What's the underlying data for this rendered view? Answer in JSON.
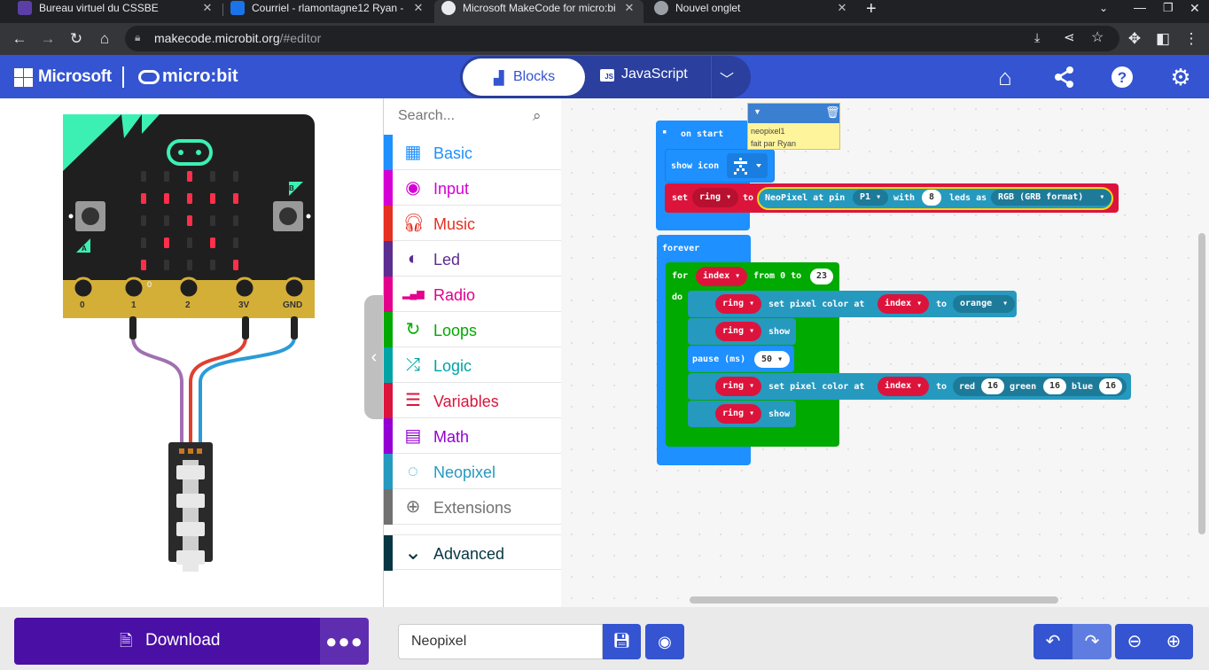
{
  "browser": {
    "tabs": [
      {
        "title": "Bureau virtuel du CSSBE",
        "active": false,
        "favicon_color": "#5b3fa6"
      },
      {
        "title": "Courriel - rlamontagne12 Ryan -",
        "active": false,
        "favicon_color": "#1a73e8"
      },
      {
        "title": "Microsoft MakeCode for micro:bi",
        "active": true,
        "favicon_color": "#e8eaed"
      },
      {
        "title": "Nouvel onglet",
        "active": false,
        "favicon_color": "#9aa0a6"
      }
    ],
    "url_host": "makecode.microbit.org",
    "url_path": "/#editor"
  },
  "header": {
    "brand": "Microsoft",
    "product": "micro:bit",
    "blocks_label": "Blocks",
    "javascript_label": "JavaScript",
    "colors": {
      "header_bg": "#3454d1",
      "toggle_bg": "#2a3f9e"
    }
  },
  "simulator": {
    "pins": [
      "0",
      "1",
      "2",
      "3V",
      "GND"
    ],
    "button_a": "A",
    "button_b": "B",
    "pin_value": "0"
  },
  "toolbox": {
    "search_placeholder": "Search...",
    "categories": [
      {
        "label": "Basic",
        "color": "#1e90ff",
        "icon": "grid-icon"
      },
      {
        "label": "Input",
        "color": "#d400d4",
        "icon": "circle-dot-icon"
      },
      {
        "label": "Music",
        "color": "#e63022",
        "icon": "headphones-icon"
      },
      {
        "label": "Led",
        "color": "#5c2d91",
        "icon": "toggle-icon"
      },
      {
        "label": "Radio",
        "color": "#e3008c",
        "icon": "signal-bars-icon"
      },
      {
        "label": "Loops",
        "color": "#00aa00",
        "icon": "refresh-icon"
      },
      {
        "label": "Logic",
        "color": "#00a4a6",
        "icon": "shuffle-icon"
      },
      {
        "label": "Variables",
        "color": "#dc143c",
        "icon": "list-icon"
      },
      {
        "label": "Math",
        "color": "#9400d3",
        "icon": "calculator-icon"
      },
      {
        "label": "Neopixel",
        "color": "#2699bf",
        "icon": "dotted-circle-icon"
      },
      {
        "label": "Extensions",
        "color": "#717171",
        "icon": "plus-circle-icon"
      },
      {
        "label": "Advanced",
        "color": "#073642",
        "icon": "chevron-down-icon"
      }
    ]
  },
  "workspace": {
    "comment": {
      "line1": "neopixel1",
      "line2": "fait par Ryan"
    },
    "on_start": {
      "label": "on start",
      "show_icon": "show icon",
      "set": "set",
      "var": "ring",
      "to": "to",
      "neopixel_at_pin": "NeoPixel at pin",
      "pin": "P1",
      "with": "with",
      "leds_count": "8",
      "leds_as": "leds as",
      "mode": "RGB (GRB format)"
    },
    "forever": {
      "label": "forever",
      "for": "for",
      "index": "index",
      "from_to": "from 0 to",
      "to_value": "23",
      "do": "do",
      "ring": "ring",
      "set_pixel_color_at": "set pixel color at",
      "to": "to",
      "orange": "orange",
      "show": "show",
      "pause": "pause (ms)",
      "pause_value": "50",
      "red": "red",
      "green": "green",
      "blue": "blue",
      "red_value": "16",
      "green_value": "16",
      "blue_value": "16"
    }
  },
  "bottom": {
    "download_label": "Download",
    "project_name": "Neopixel"
  }
}
